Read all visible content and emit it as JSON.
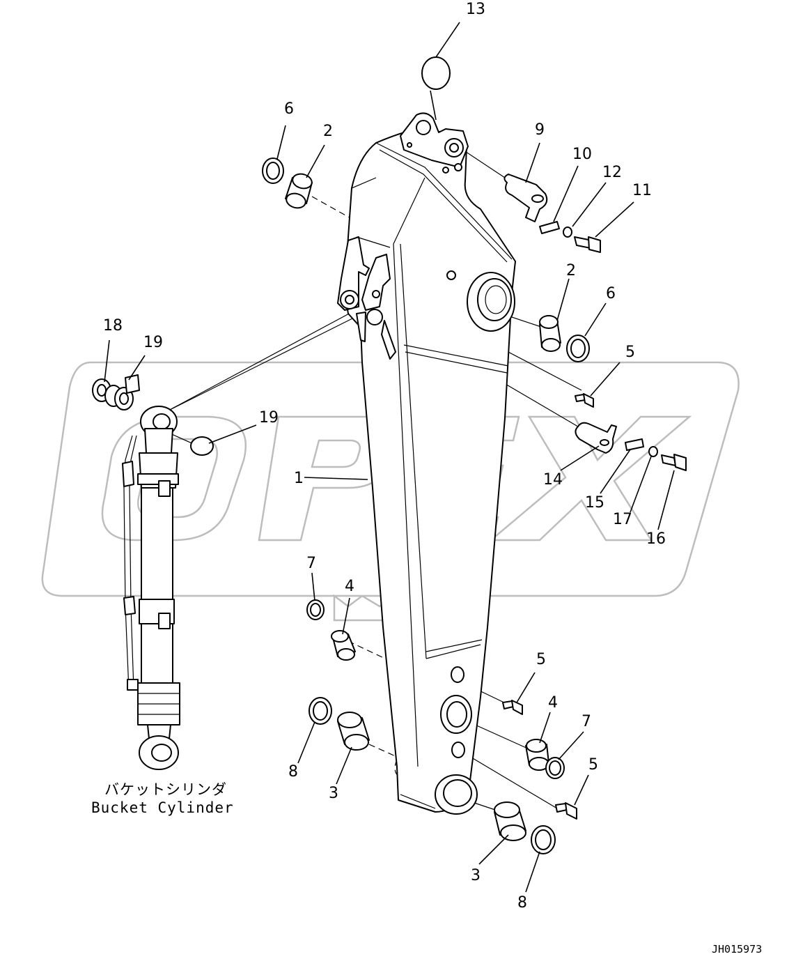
{
  "watermark": {
    "text": "OPEX"
  },
  "callouts": {
    "c13": "13",
    "c6a": "6",
    "c2a": "2",
    "c9": "9",
    "c10": "10",
    "c12": "12",
    "c11": "11",
    "c2b": "2",
    "c6b": "6",
    "c5a": "5",
    "c18": "18",
    "c19a": "19",
    "c19b": "19",
    "c1": "1",
    "c14": "14",
    "c15": "15",
    "c17": "17",
    "c16": "16",
    "c7a": "7",
    "c4a": "4",
    "c5b": "5",
    "c4b": "4",
    "c7b": "7",
    "c5c": "5",
    "c8a": "8",
    "c3a": "3",
    "c3b": "3",
    "c8b": "8"
  },
  "cylinder_caption": {
    "japanese": "バケットシリンダ",
    "english": "Bucket Cylinder"
  },
  "document_id": "JH015973"
}
